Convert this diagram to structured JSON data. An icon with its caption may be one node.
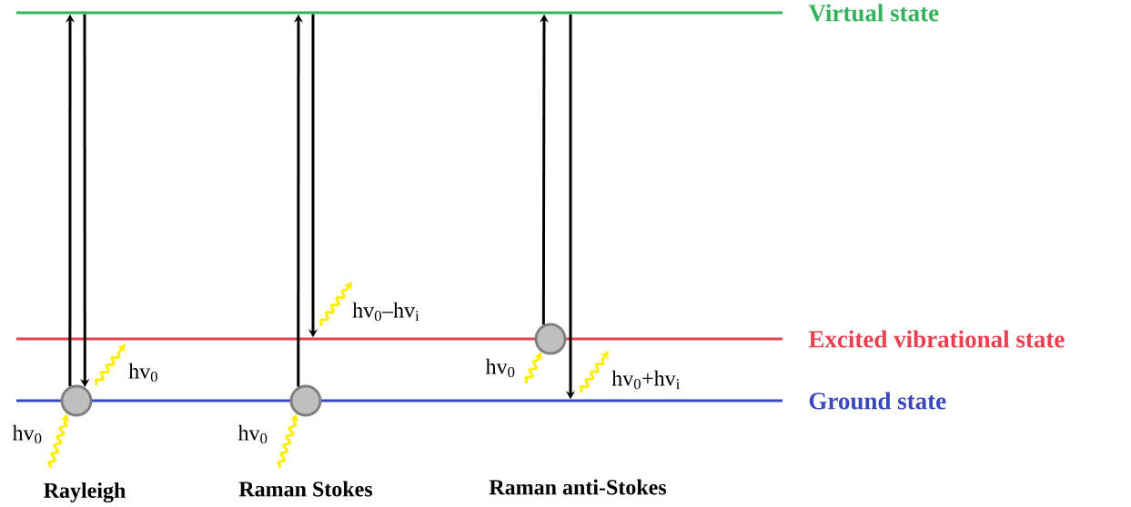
{
  "diagram": {
    "nodes": [
      {
        "text": [
          "Virtual state"
        ]
      },
      {
        "text": [
          "Excited vibrational state"
        ]
      },
      {
        "text": [
          "Ground state"
        ]
      },
      {
        "text": [],
        "shape": "circle"
      },
      {
        "text": [],
        "shape": "circle"
      },
      {
        "text": [],
        "shape": "circle"
      }
    ],
    "edges": [
      {
        "from": 3,
        "to": 0,
        "arrow": "to"
      },
      {
        "from": 0,
        "to": 3,
        "arrow": "to"
      },
      {
        "from": 4,
        "to": 0,
        "arrow": "to"
      },
      {
        "from": 0,
        "to": 1,
        "arrow": "to"
      },
      {
        "from": 5,
        "to": 0,
        "arrow": "to"
      },
      {
        "from": 0,
        "to": 2,
        "arrow": "to"
      },
      {
        "from": null,
        "to": 3,
        "arrow": "to",
        "label": "hv$_{0}$",
        "color": "#ffee00"
      },
      {
        "from": null,
        "to": 4,
        "arrow": "to",
        "label": "hv$_{0}$",
        "color": "#ffee00"
      },
      {
        "from": null,
        "to": 5,
        "arrow": "to",
        "label": "hv$_{0}$",
        "color": "#ffee00"
      }
    ],
    "labels": [
      "hv$_{0}$",
      "hv$_{0}$–hv$_{i}$",
      "hv$_{0}$+hv$_{i}$",
      "Rayleigh",
      "Raman Stokes",
      "Raman anti-Stokes"
    ]
  }
}
